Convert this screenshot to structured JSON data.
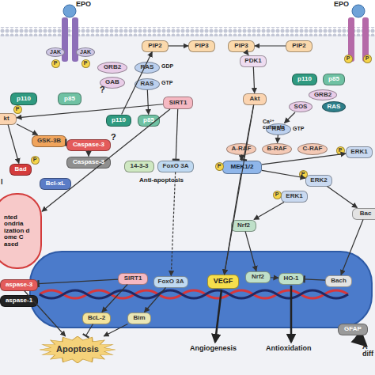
{
  "diagram": {
    "nodes": [
      {
        "text": [
          "JAK"
        ]
      },
      {
        "text": [
          "JAK"
        ]
      },
      {
        "text": [
          "P"
        ]
      },
      {
        "text": [
          "P"
        ]
      },
      {
        "text": [
          "p110"
        ]
      },
      {
        "text": [
          "p85"
        ]
      },
      {
        "text": [
          "GRB2"
        ]
      },
      {
        "text": [
          "GAB"
        ]
      },
      {
        "text": [
          "RAS"
        ]
      },
      {
        "text": [
          "RAS"
        ]
      },
      {
        "text": [
          "p110"
        ]
      },
      {
        "text": [
          "p85"
        ]
      },
      {
        "text": [
          "PIP2"
        ]
      },
      {
        "text": [
          "PIP3"
        ]
      },
      {
        "text": [
          "PIP3"
        ]
      },
      {
        "text": [
          "PIP2"
        ]
      },
      {
        "text": [
          "PDK1"
        ]
      },
      {
        "text": [
          "SIRT1"
        ]
      },
      {
        "text": [
          "Akt"
        ]
      },
      {
        "text": [
          "kt"
        ]
      },
      {
        "text": [
          "GSK-3B"
        ]
      },
      {
        "text": [
          "Caspase-3"
        ]
      },
      {
        "text": [
          "Caspase-3"
        ]
      },
      {
        "text": [
          "Bad"
        ]
      },
      {
        "text": [
          "P"
        ]
      },
      {
        "text": [
          "Bcl-xL"
        ]
      },
      {
        "text": [
          "P"
        ]
      },
      {
        "text": [
          "nted ondria ization d ome C ased"
        ]
      },
      {
        "text": [
          "14-3-3"
        ]
      },
      {
        "text": [
          "FoxO 3A"
        ]
      },
      {
        "text": [
          "p110"
        ]
      },
      {
        "text": [
          "p85"
        ]
      },
      {
        "text": [
          "GRB2"
        ]
      },
      {
        "text": [
          "SOS"
        ]
      },
      {
        "text": [
          "RAS"
        ]
      },
      {
        "text": [
          "RAS"
        ]
      },
      {
        "text": [
          "A-RAF"
        ]
      },
      {
        "text": [
          "B-RAF"
        ]
      },
      {
        "text": [
          "C-RAF"
        ]
      },
      {
        "text": [
          "MEK1/2"
        ]
      },
      {
        "text": [
          "P"
        ]
      },
      {
        "text": [
          "ERK1"
        ]
      },
      {
        "text": [
          "P"
        ]
      },
      {
        "text": [
          "ERK2"
        ]
      },
      {
        "text": [
          "P"
        ]
      },
      {
        "text": [
          "ERK1"
        ]
      },
      {
        "text": [
          "P"
        ]
      },
      {
        "text": [
          "Nrf2"
        ]
      },
      {
        "text": [
          "Bac"
        ]
      },
      {
        "text": [
          "SIRT1"
        ]
      },
      {
        "text": [
          "FoxO 3A"
        ]
      },
      {
        "text": [
          "VEGF"
        ]
      },
      {
        "text": [
          "Nrf2"
        ]
      },
      {
        "text": [
          "HO-1"
        ]
      },
      {
        "text": [
          "Bach"
        ]
      },
      {
        "text": [
          "aspase-3"
        ]
      },
      {
        "text": [
          "aspase-1"
        ]
      },
      {
        "text": [
          "BcL-2"
        ]
      },
      {
        "text": [
          "Bim"
        ]
      },
      {
        "text": [
          "Apoptosis"
        ]
      },
      {
        "text": [
          "GFAP"
        ]
      },
      {
        "text": [
          "P"
        ]
      },
      {
        "text": [
          "P"
        ]
      }
    ],
    "edges": [
      {
        "from": 12,
        "to": 13,
        "arrow": "to"
      },
      {
        "from": 15,
        "to": 14,
        "arrow": "to"
      },
      {
        "from": 14,
        "to": 16,
        "arrow": "to"
      },
      {
        "from": 16,
        "to": 18,
        "arrow": "to"
      },
      {
        "from": 18,
        "to": 51,
        "arrow": "to"
      },
      {
        "from": 17,
        "to": 19,
        "arrow": "to"
      },
      {
        "from": 19,
        "to": 20,
        "arrow": "to"
      },
      {
        "from": 20,
        "to": 21,
        "arrow": "to"
      },
      {
        "from": 21,
        "to": 22,
        "arrow": "to"
      },
      {
        "from": 17,
        "to": 29,
        "arrow": "to"
      },
      {
        "from": 29,
        "to": 50,
        "arrow": "to"
      },
      {
        "from": 49,
        "to": 55,
        "arrow": "to"
      },
      {
        "from": 49,
        "to": 57,
        "arrow": "to"
      },
      {
        "from": 50,
        "to": 58,
        "arrow": "to"
      },
      {
        "from": 35,
        "to": 37,
        "arrow": "to"
      },
      {
        "from": 36,
        "to": 39,
        "arrow": "to"
      },
      {
        "from": 39,
        "to": 43,
        "arrow": "to"
      },
      {
        "from": 39,
        "to": 41,
        "arrow": "to"
      },
      {
        "from": 45,
        "to": 47,
        "arrow": "to"
      },
      {
        "from": 47,
        "to": 52,
        "arrow": "to"
      },
      {
        "from": 52,
        "to": 53,
        "arrow": "to"
      },
      {
        "from": 48,
        "to": 54,
        "arrow": "to"
      },
      {
        "from": 54,
        "to": 53,
        "arrow": "to"
      },
      {
        "from": 33,
        "to": 35,
        "arrow": "to"
      },
      {
        "from": 39,
        "to": 51,
        "arrow": "to"
      },
      {
        "from": 9,
        "to": 11,
        "arrow": "to"
      },
      {
        "from": 19,
        "to": 23,
        "arrow": "to"
      },
      {
        "from": 17,
        "to": 27,
        "arrow": "to"
      },
      {
        "from": 43,
        "to": 48,
        "arrow": "to"
      },
      {
        "from": 58,
        "to": 59,
        "arrow": "to"
      },
      {
        "from": 57,
        "to": 59,
        "arrow": "to"
      },
      {
        "from": 55,
        "to": 59,
        "arrow": "to"
      },
      {
        "from": 18,
        "to": 39,
        "arrow": "to"
      },
      {
        "from": 10,
        "to": 12,
        "arrow": "to"
      }
    ],
    "labels": [
      "EPO",
      "EPO",
      "GDP",
      "GTP",
      "?",
      "?",
      "Ca²⁺ currents",
      "Anti-apoptosis",
      "GTP",
      "Angiogenesis",
      "Antioxidation",
      "A diff",
      "l"
    ]
  }
}
